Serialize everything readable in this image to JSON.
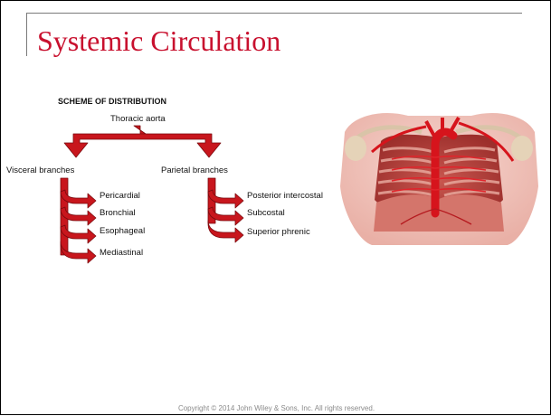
{
  "slide": {
    "title": "Systemic Circulation",
    "footer": "Copyright © 2014 John Wiley & Sons, Inc. All rights reserved."
  },
  "scheme": {
    "heading": "SCHEME OF DISTRIBUTION",
    "root": "Thoracic aorta",
    "visceral": {
      "label": "Visceral branches",
      "items": [
        "Pericardial",
        "Bronchial",
        "Esophageal",
        "Mediastinal"
      ]
    },
    "parietal": {
      "label": "Parietal branches",
      "items": [
        "Posterior intercostal",
        "Subcostal",
        "Superior phrenic"
      ]
    }
  },
  "illustration": {
    "icon": "thoracic-aorta-anatomy-illustration"
  },
  "colors": {
    "title": "#c8102e",
    "arrow": "#c8161d",
    "arrow_outline": "#7a0a0e"
  }
}
